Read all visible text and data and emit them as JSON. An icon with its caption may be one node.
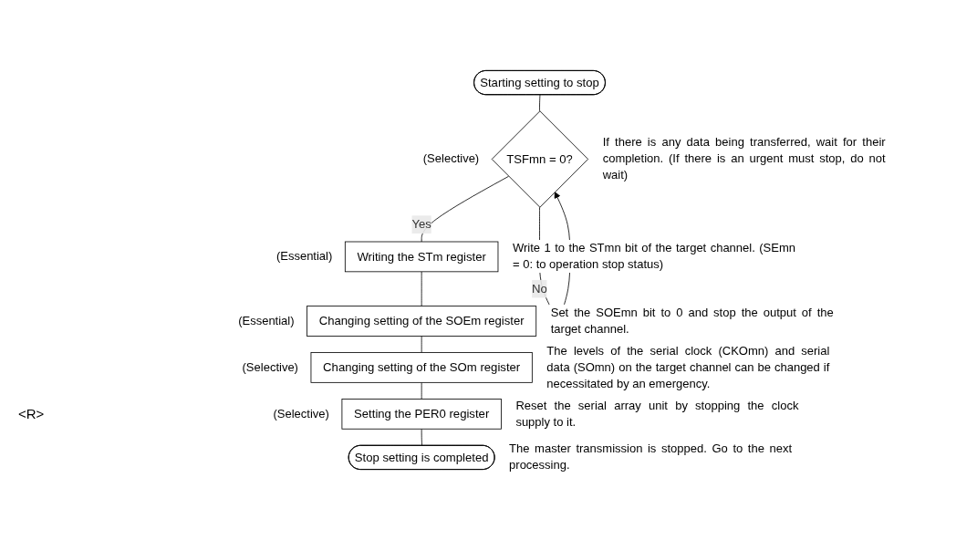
{
  "diagram": {
    "nodes": [
      {
        "text": [
          "Starting setting to stop"
        ]
      },
      {
        "text": [
          "TSFmn = 0?"
        ],
        "beside": [
          "(Selective)",
          "If there is any data being transferred, wait for their completion. (If there is an urgent must stop, do not wait)"
        ]
      },
      {
        "text": [
          "Writing the STm register"
        ],
        "beside": [
          "(Essential)",
          "Write 1 to the STmn bit of the target channel. (SEmn = 0: to operation stop status)"
        ]
      },
      {
        "text": [
          "Changing setting of the SOEm register"
        ],
        "beside": [
          "(Essential)",
          "Set the SOEmn bit to 0 and stop the output of the target channel."
        ]
      },
      {
        "text": [
          "Changing setting of the SOm register"
        ],
        "beside": [
          "(Selective)",
          "The levels of the serial clock (CKOmn) and serial data (SOmn) on the target channel can be changed if necessitated by an emergency."
        ]
      },
      {
        "text": [
          "Setting the PER0 register"
        ],
        "beside": [
          "(Selective)",
          "Reset the serial array unit by stopping the clock supply to it."
        ]
      },
      {
        "text": [
          "Stop setting is completed"
        ],
        "beside": [
          "The master transmission is stopped. Go to the next processing."
        ]
      }
    ],
    "edges": [
      {
        "from": 0,
        "to": 1,
        "arrow": "none"
      },
      {
        "from": 1,
        "to": 1,
        "arrow": "to",
        "label": "No"
      },
      {
        "from": 1,
        "to": 2,
        "arrow": "none",
        "label": "Yes"
      },
      {
        "from": 2,
        "to": 3,
        "arrow": "none"
      },
      {
        "from": 3,
        "to": 4,
        "arrow": "none"
      },
      {
        "from": 4,
        "to": 5,
        "arrow": "none"
      },
      {
        "from": 5,
        "to": 6,
        "arrow": "none"
      }
    ],
    "labels": [
      "<R>"
    ]
  }
}
